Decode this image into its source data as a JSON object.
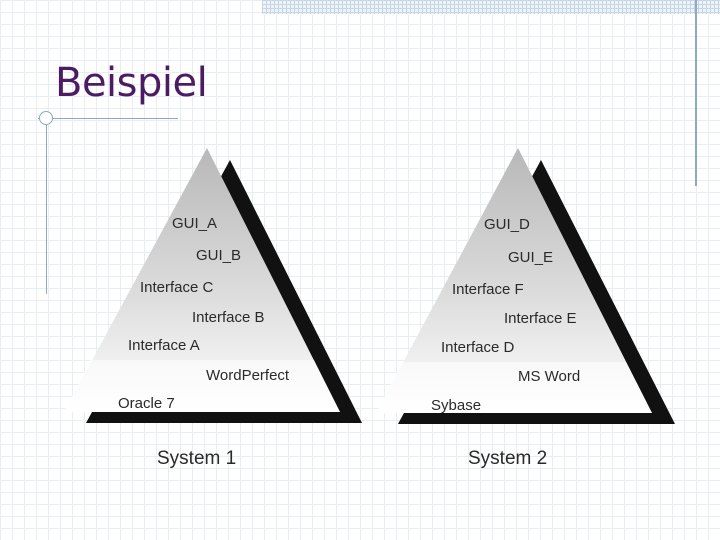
{
  "slide": {
    "title": "Beispiel"
  },
  "pyramids": [
    {
      "caption": "System 1",
      "layers": [
        "GUI_A",
        "GUI_B",
        "Interface C",
        "Interface B",
        "Interface A",
        "WordPerfect",
        "Oracle 7"
      ]
    },
    {
      "caption": "System 2",
      "layers": [
        "GUI_D",
        "GUI_E",
        "Interface F",
        "Interface E",
        "Interface D",
        "MS Word",
        "Sybase"
      ]
    }
  ],
  "colors": {
    "title": "#4b1c64",
    "shadow": "#111111",
    "pyramid_top": "#bdbdbd",
    "pyramid_bottom": "#ffffff",
    "grid": "#e8edf2",
    "accent_lines": "#8fa8c4"
  }
}
